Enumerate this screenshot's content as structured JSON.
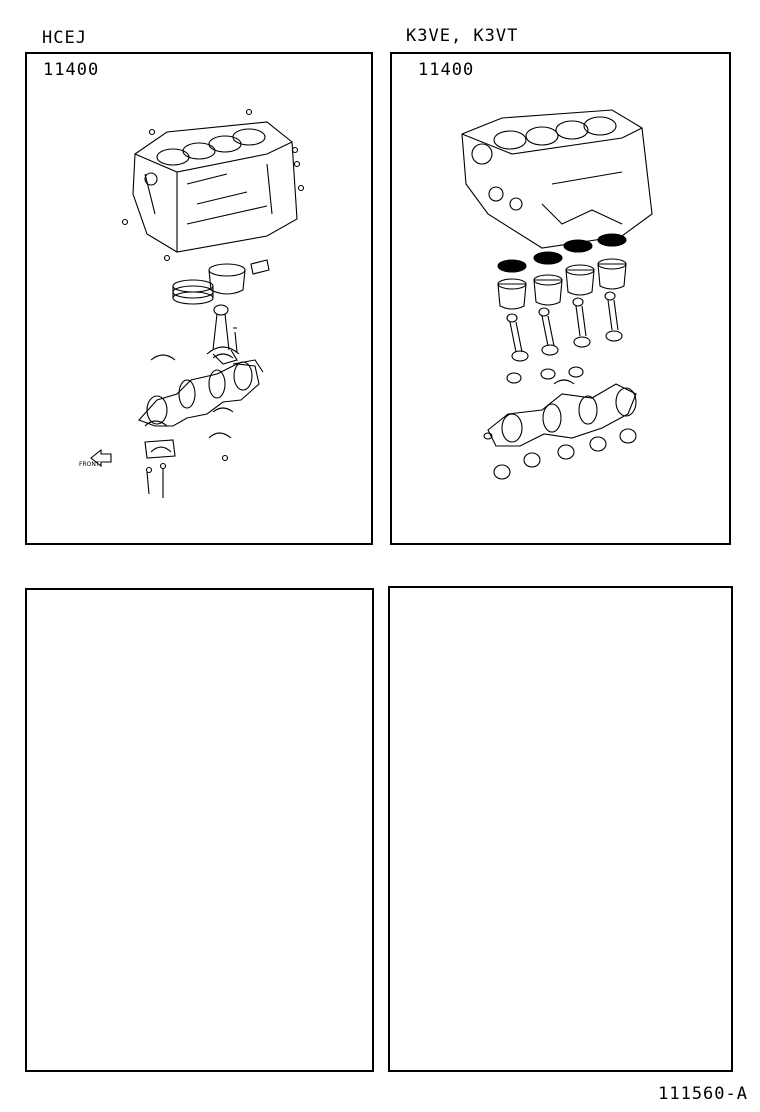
{
  "panels": [
    {
      "model": "HCEJ",
      "part_number": "11400"
    },
    {
      "model": "K3VE, K3VT",
      "part_number": "11400"
    }
  ],
  "diagram": {
    "front_label": "FRONT"
  },
  "footer": {
    "code": "111560-A"
  }
}
